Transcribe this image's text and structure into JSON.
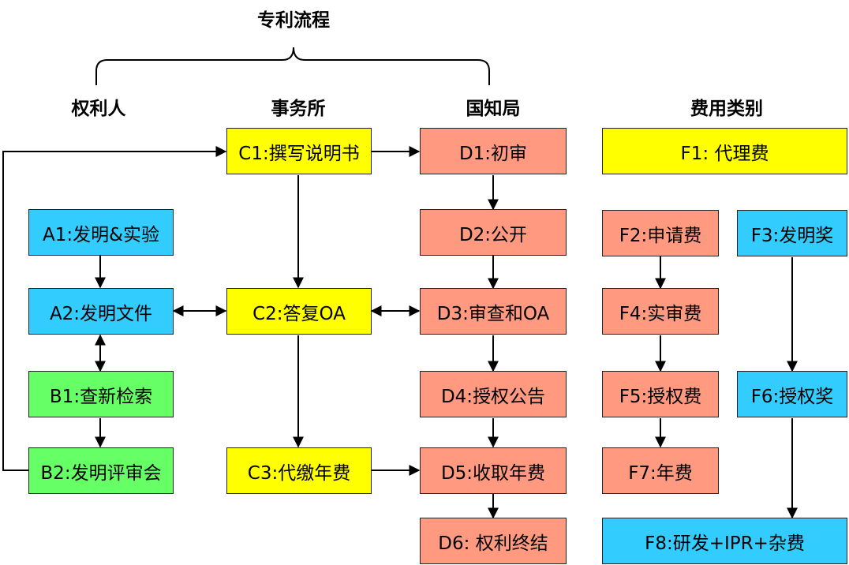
{
  "title": "专利流程",
  "columns": {
    "holder": "权利人",
    "agency": "事务所",
    "office": "国知局",
    "fees": "费用类别"
  },
  "boxes": {
    "A1": "A1:发明&实验",
    "A2": "A2:发明文件",
    "B1": "B1:查新检索",
    "B2": "B2:发明评审会",
    "C1": "C1:撰写说明书",
    "C2": "C2:答复OA",
    "C3": "C3:代缴年费",
    "D1": "D1:初审",
    "D2": "D2:公开",
    "D3": "D3:审查和OA",
    "D4": "D4:授权公告",
    "D5": "D5:收取年费",
    "D6": "D6: 权利终结",
    "F1": "F1: 代理费",
    "F2": "F2:申请费",
    "F3": "F3:发明奖",
    "F4": "F4:实审费",
    "F5": "F5:授权费",
    "F6": "F6:授权奖",
    "F7": "F7:年费",
    "F8": "F8:研发+IPR+杂费"
  },
  "colors": {
    "blue": "#33ccff",
    "green": "#66ff66",
    "yellow": "#ffff00",
    "salmon": "#ff9a80"
  }
}
